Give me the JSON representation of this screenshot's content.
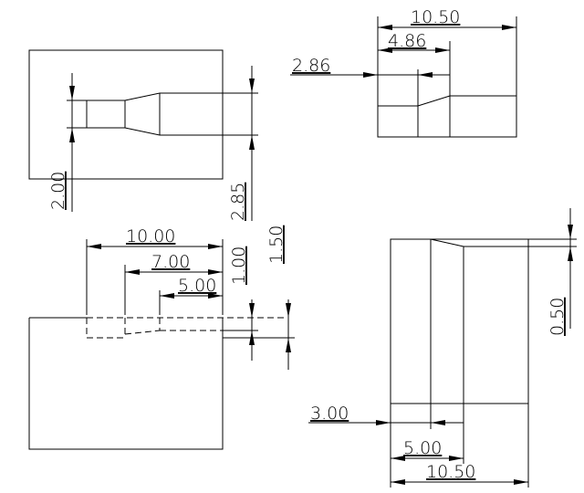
{
  "top_left_view": {
    "dim_left": "2.00",
    "dim_right": "2.85"
  },
  "top_right_view": {
    "dim_overall": "10.50",
    "dim_middle": "4.86",
    "dim_leader": "2.86"
  },
  "bottom_left_view": {
    "dim_h1": "10.00",
    "dim_h2": "7.00",
    "dim_h3": "5.00",
    "dim_v1": "1.00",
    "dim_v2": "1.50"
  },
  "bottom_right_view": {
    "dim_vertical": "0.50",
    "dim_leader": "3.00",
    "dim_inner": "5.00",
    "dim_overall": "10.50"
  }
}
